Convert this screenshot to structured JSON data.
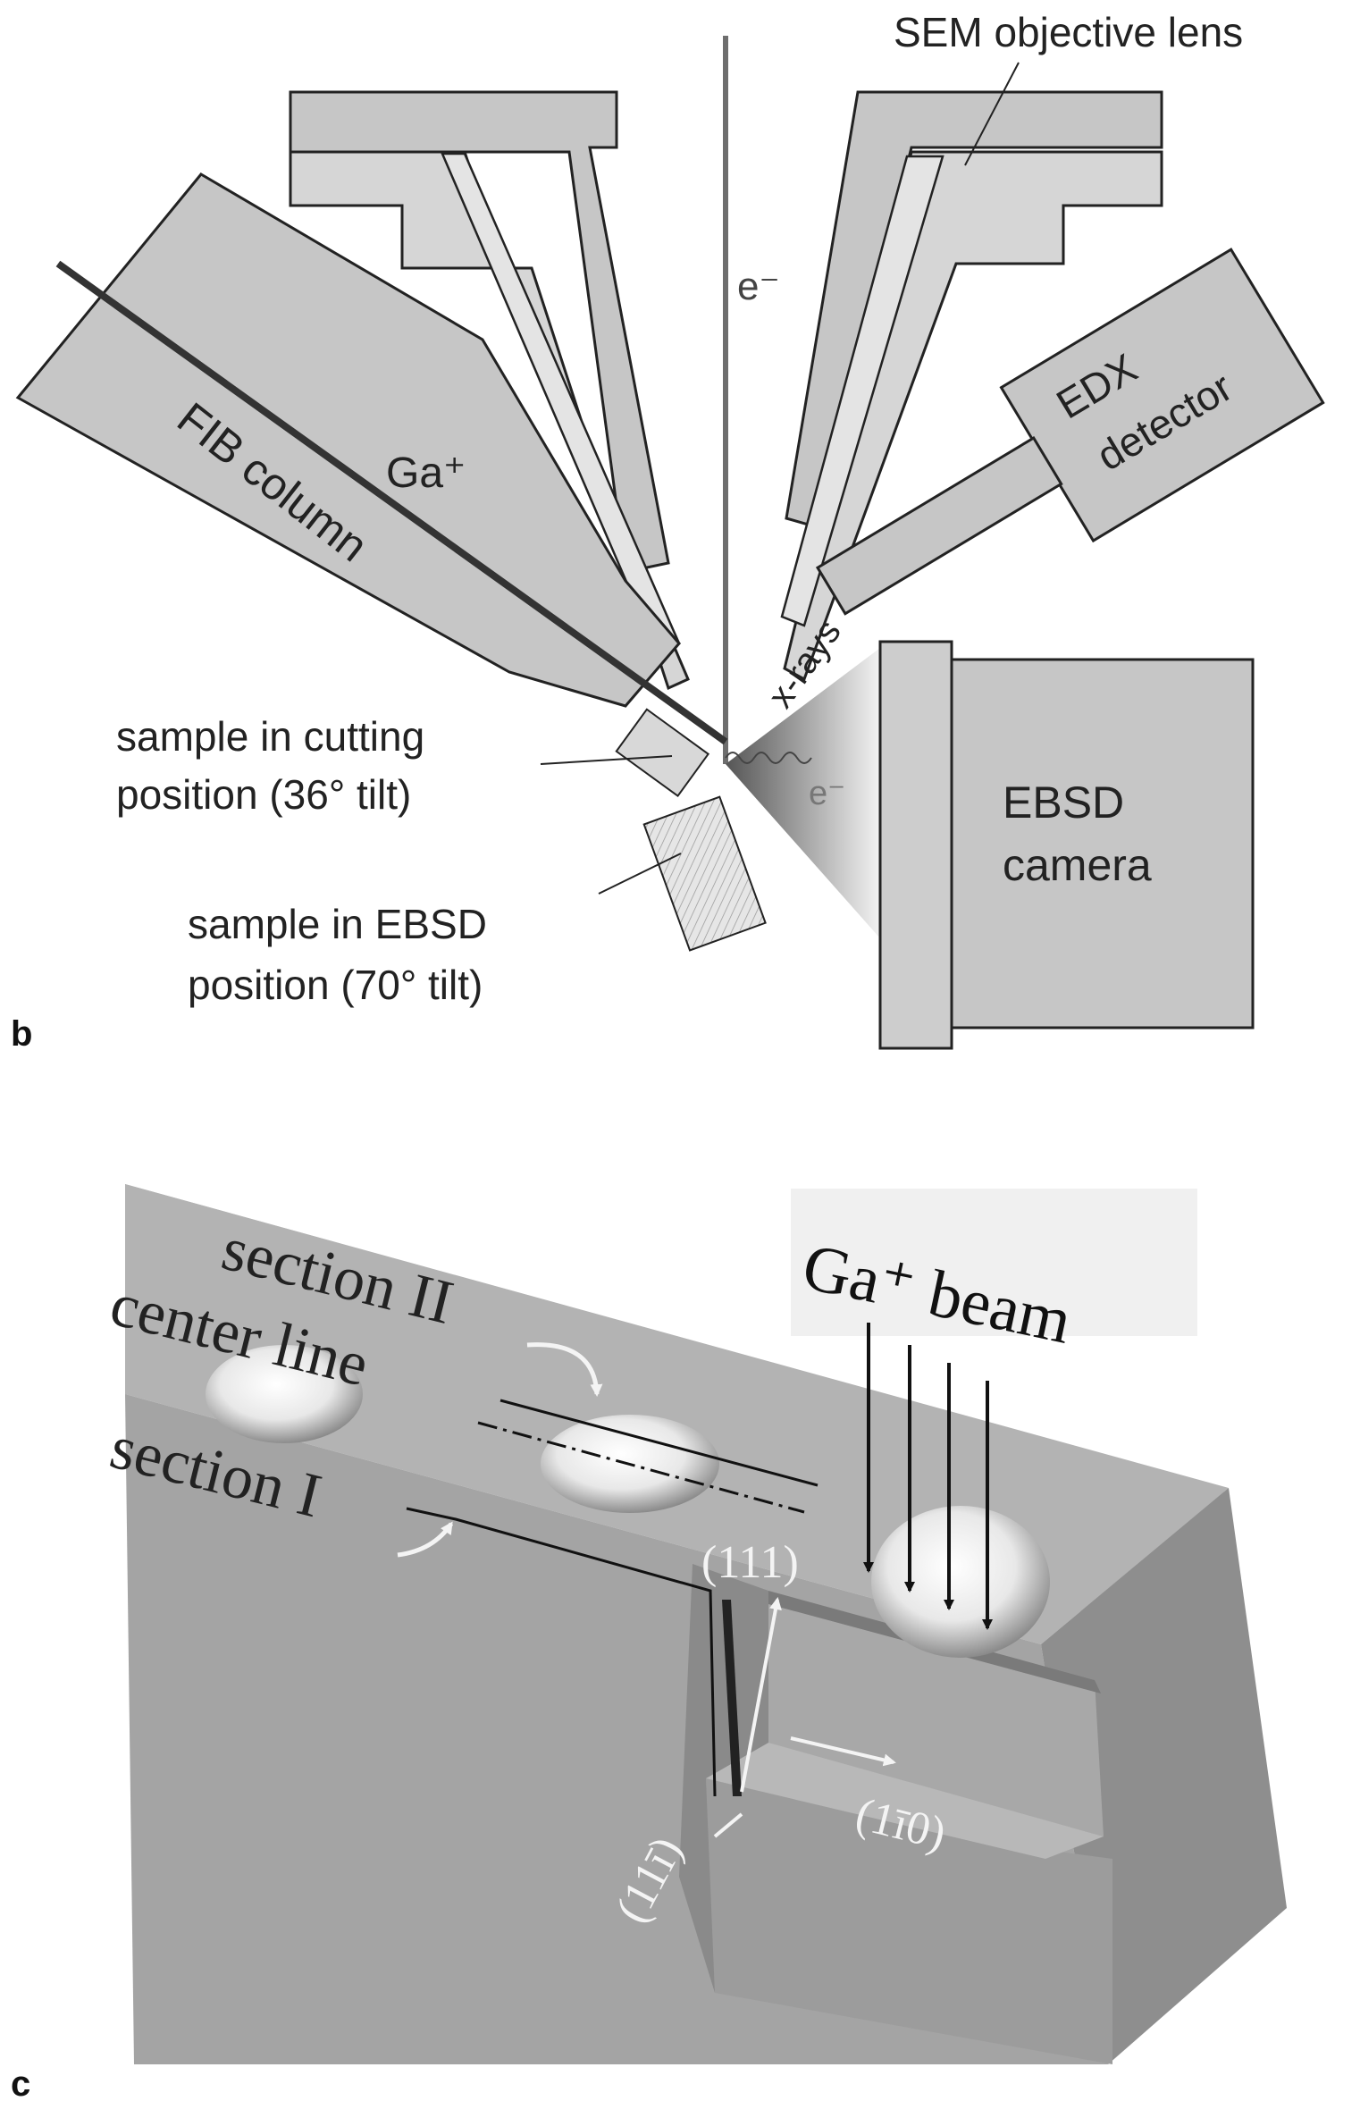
{
  "panel_b": {
    "panel_label": "b",
    "sem_objective_lens": "SEM objective lens",
    "electron_beam": "e⁻",
    "edx_line1": "EDX",
    "edx_line2": "detector",
    "fib_column": "FIB column",
    "ga_ion": "Ga⁺",
    "xrays": "x-rays",
    "backscatter_electron": "e⁻",
    "ebsd_line1": "EBSD",
    "ebsd_line2": "camera",
    "cutting_line1": "sample in cutting",
    "cutting_line2": "position (36° tilt)",
    "ebsd_pos_line1": "sample in EBSD",
    "ebsd_pos_line2": "position (70° tilt)"
  },
  "panel_c": {
    "panel_label": "c",
    "beam_label": "Ga⁺ beam",
    "section_ii": "section II",
    "center_line": "center line",
    "section_i": "section I",
    "plane_111": "(111)",
    "plane_1m10": "(1ī0)",
    "plane_11m2": "(11ī)"
  },
  "colors": {
    "gray_fill": "#c6c6c6",
    "light_fill": "#dadada",
    "block_top": "#b4b4b4",
    "block_front": "#a3a3a3",
    "block_side": "#8f8f8f",
    "ion_beam": "#333333",
    "electron_beam": "#777777"
  }
}
